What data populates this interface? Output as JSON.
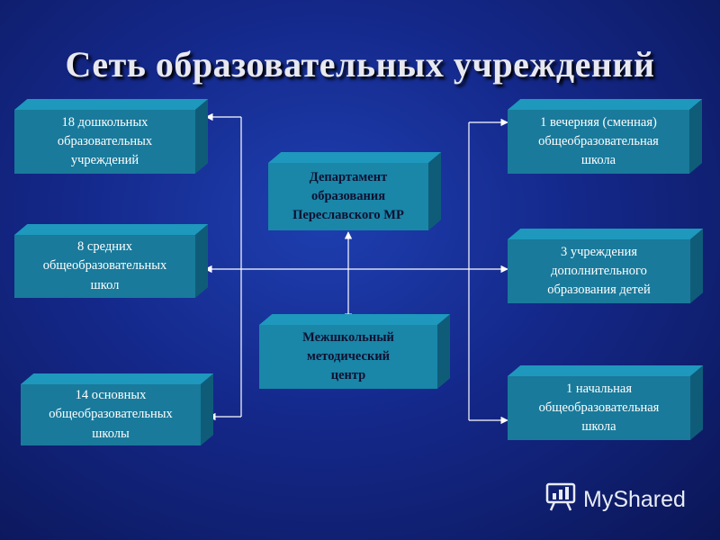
{
  "title": "Сеть образовательных учреждений",
  "center_boxes": {
    "department": "Департамент\nобразования\nПереславского МР",
    "method_center": "Межшкольный\nметодический\nцентр"
  },
  "left_boxes": [
    "18 дошкольных\nобразовательных\nучреждений",
    "8 средних\nобщеобразовательных\nшкол",
    "14 основных\nобщеобразовательных\nшколы"
  ],
  "right_boxes": [
    "1 вечерняя (сменная)\nобщеобразовательная\nшкола",
    "3 учреждения\nдополнительного\nобразования детей",
    "1 начальная\nобщеобразовательная\nшкола"
  ],
  "watermark": "MyShared",
  "colors": {
    "background": "#14288a",
    "box_front": "#197a9b",
    "box_top": "#1e98bd",
    "box_side": "#0f5c79",
    "connector": "#ffffff"
  }
}
